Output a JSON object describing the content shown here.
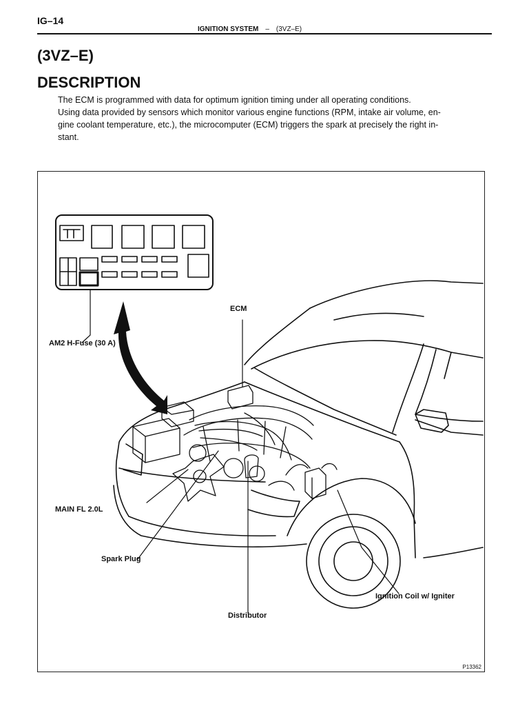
{
  "header": {
    "page_number": "IG–14",
    "section": "IGNITION SYSTEM",
    "separator": "–",
    "engine": "(3VZ–E)"
  },
  "title": "(3VZ–E)",
  "section_title": "DESCRIPTION",
  "description_lines": [
    "The ECM is programmed with data for optimum ignition timing under all operating conditions.",
    "Using data provided by sensors which monitor various engine functions (RPM, intake air volume, en-",
    "gine coolant temperature, etc.), the microcomputer (ECM) triggers the spark at precisely the right in-",
    "stant."
  ],
  "figure": {
    "callouts": {
      "ecm": "ECM",
      "am2_fuse": "AM2 H-Fuse (30 A)",
      "main_fl": "MAIN FL 2.0L",
      "spark_plug": "Spark Plug",
      "distributor": "Distributor",
      "ignition_coil": "Ignition Coil w/ Igniter"
    },
    "figure_id": "P13362"
  }
}
